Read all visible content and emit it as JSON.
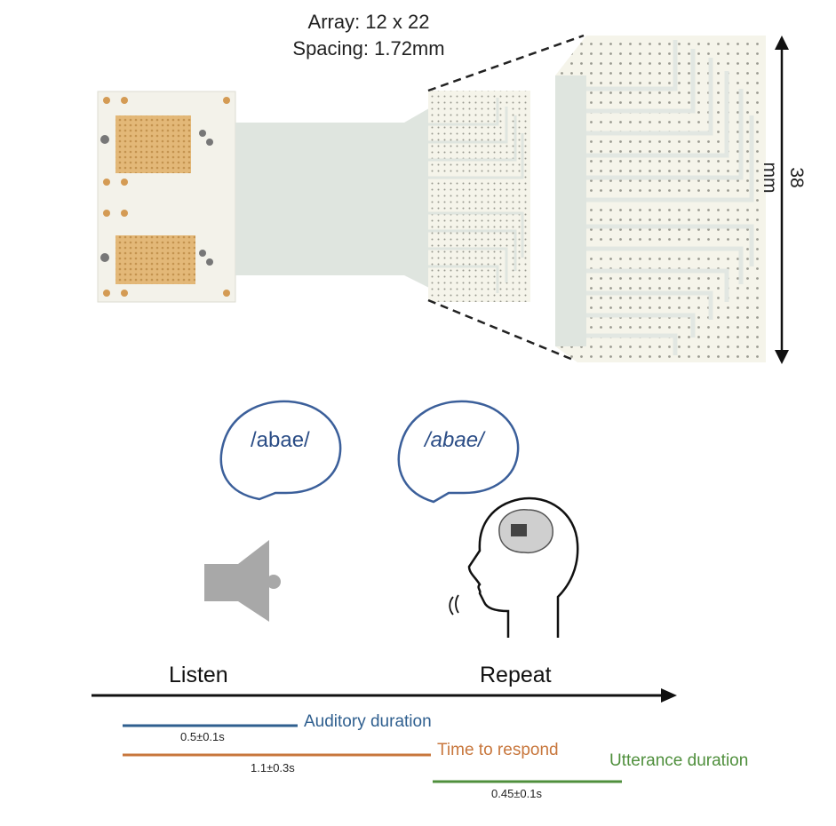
{
  "array": {
    "caption_line1": "Array: 12 x 22",
    "caption_line2": "Spacing: 1.72mm",
    "dimension_label": "38 mm"
  },
  "stimulus": {
    "listen_bubble": "/abae/",
    "repeat_bubble": "/abae/",
    "listen_icon": "speaker-icon",
    "repeat_icon": "head-with-brain-icon"
  },
  "timeline": {
    "listen_label": "Listen",
    "repeat_label": "Repeat",
    "bars": [
      {
        "label": "Auditory duration",
        "value": "0.5±0.1s",
        "color": "#2f5f8f"
      },
      {
        "label": "Time to respond",
        "value": "1.1±0.3s",
        "color": "#c8773d"
      },
      {
        "label": "Utterance duration",
        "value": "0.45±0.1s",
        "color": "#4f8f3c"
      }
    ]
  }
}
